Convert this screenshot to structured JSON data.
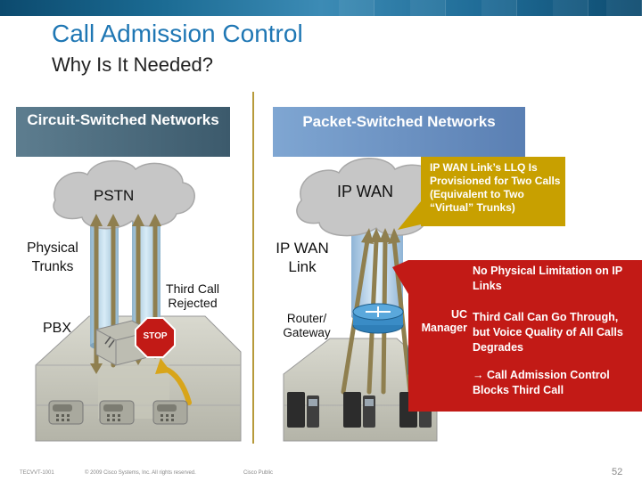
{
  "title": "Call Admission Control",
  "subtitle": "Why Is It Needed?",
  "headers": {
    "left": "Circuit-Switched Networks",
    "right": "Packet-Switched Networks"
  },
  "left": {
    "cloud_label": "PSTN",
    "trunks_label": "Physical Trunks",
    "rejected_label": "Third Call Rejected",
    "pbx_label": "PBX",
    "stop_label": "STOP"
  },
  "right": {
    "cloud_label": "IP WAN",
    "link_label": "IP WAN Link",
    "router_label": "Router/ Gateway",
    "llq_callout": "IP WAN Link’s LLQ Is Provisioned for Two Calls (Equivalent to Two “Virtual” Trunks)",
    "red_callout": {
      "line1": "No Physical Limitation on IP Links",
      "ucm": "UC Manager",
      "line2": "Third Call Can Go Through, but Voice Quality of All Calls Degrades",
      "line3": "Call Admission Control Blocks Third Call",
      "arrow": "→"
    }
  },
  "footer": {
    "code": "TECVVT-1001",
    "copyright": "© 2009 Cisco Systems, Inc. All rights reserved.",
    "classification": "Cisco Public",
    "page": "52"
  },
  "colors": {
    "title": "#1f77b4",
    "divider": "#b79a3a",
    "left_header": "#4a6a7c",
    "right_header": "#6d93c4",
    "llq_callout": "#c8a000",
    "red_callout": "#c21a16",
    "stop": "#c21a16",
    "call_arrow": "#8f7f4f",
    "rejected_arrow": "#d8a51a"
  },
  "icons": [
    "cloud-icon",
    "trunk-pipe-icon",
    "pbx-icon",
    "stop-sign-icon",
    "router-icon",
    "uc-manager-icon",
    "ip-phone-icon",
    "desk-phone-icon",
    "building-icon",
    "arrow-icon"
  ]
}
